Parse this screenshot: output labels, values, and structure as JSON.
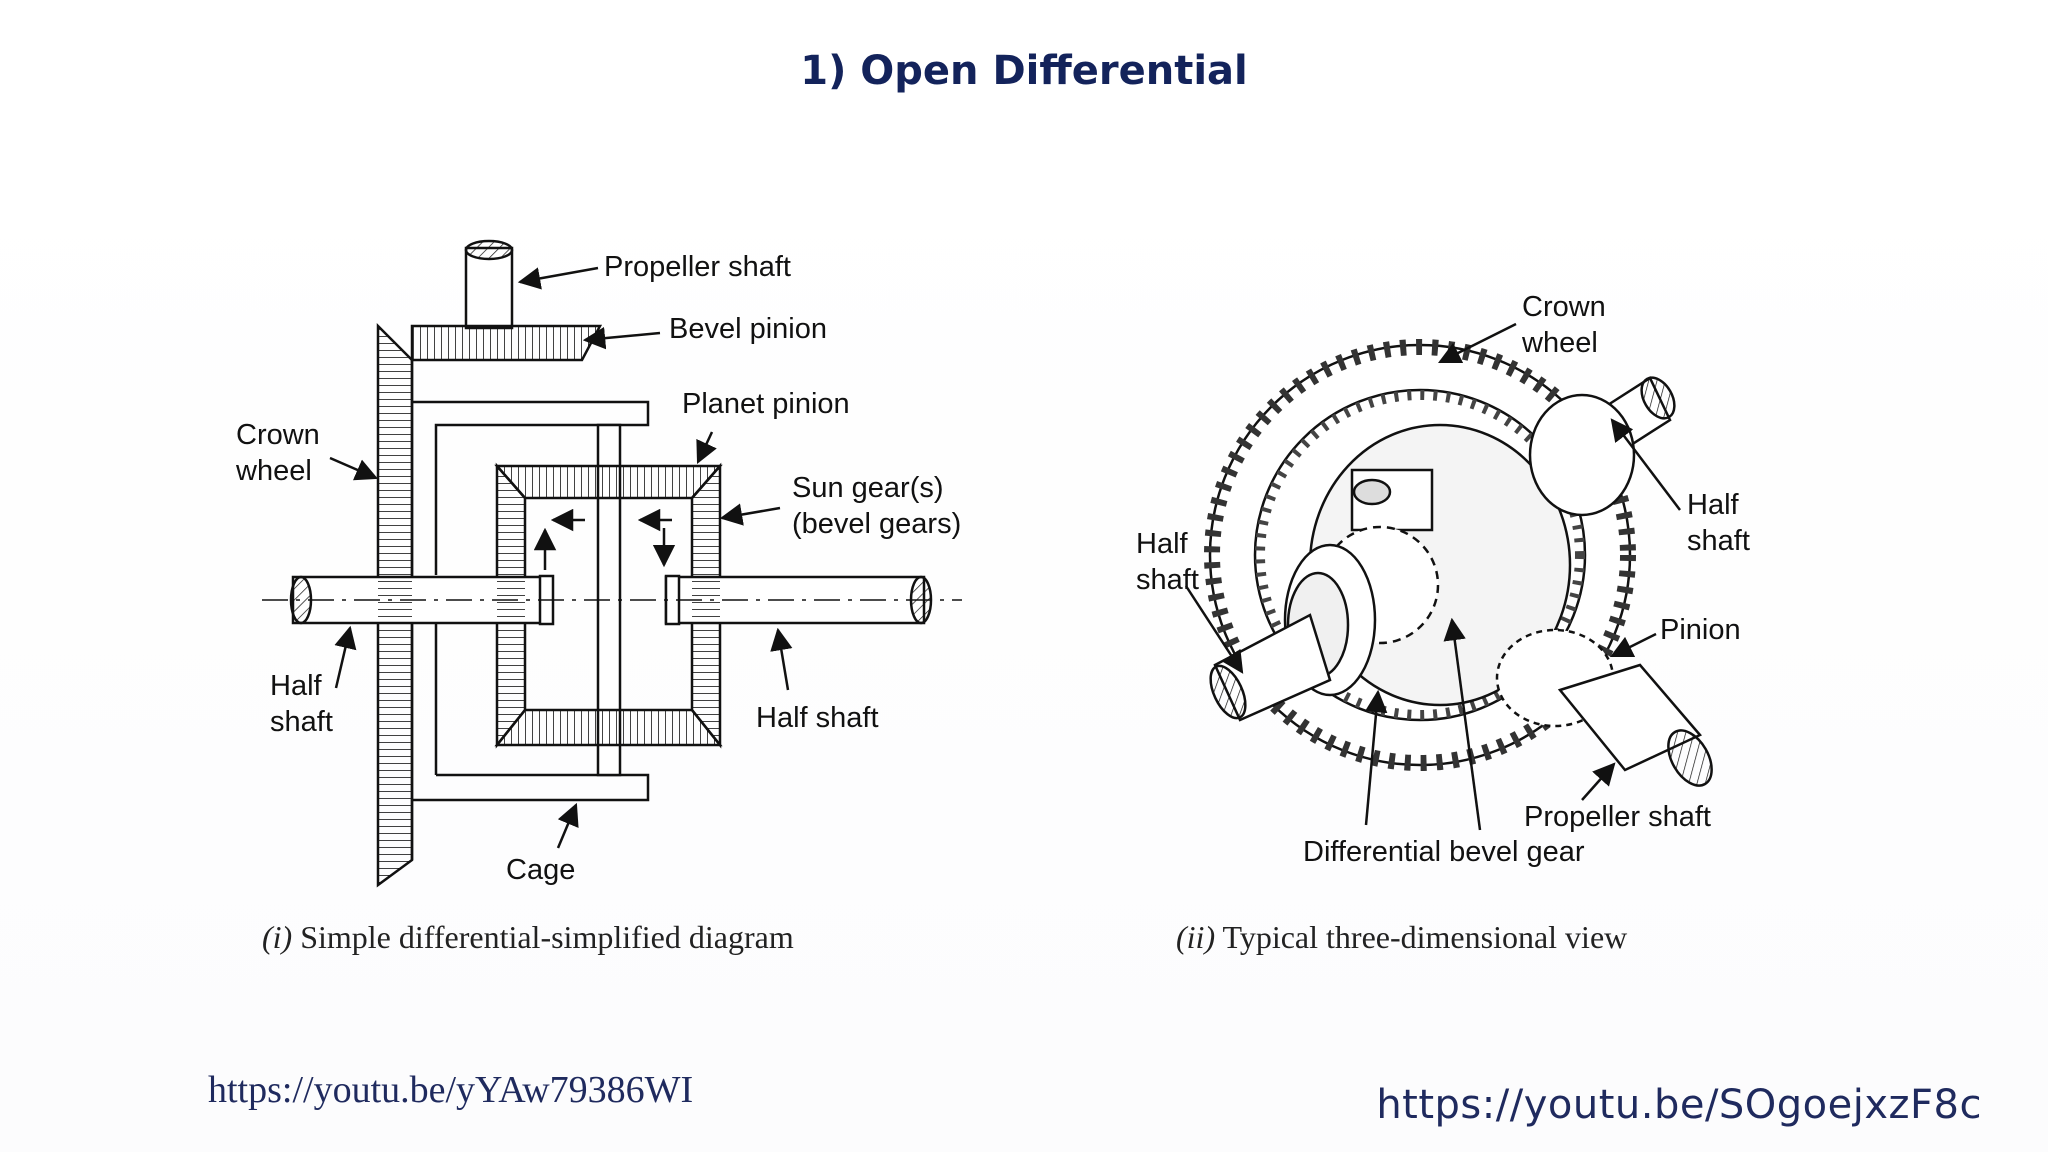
{
  "title": "1)  Open Differential",
  "diagram_left": {
    "labels": {
      "propeller_shaft": "Propeller shaft",
      "bevel_pinion": "Bevel pinion",
      "planet_pinion": "Planet pinion",
      "crown_wheel_1": "Crown",
      "crown_wheel_2": "wheel",
      "sun_gears_1": "Sun gear(s)",
      "sun_gears_2": "(bevel gears)",
      "half_shaft_left_1": "Half",
      "half_shaft_left_2": "shaft",
      "half_shaft_right": "Half shaft",
      "cage": "Cage"
    },
    "caption_prefix": "(i)",
    "caption_text": " Simple differential-simplified diagram"
  },
  "diagram_right": {
    "labels": {
      "crown_wheel_1": "Crown",
      "crown_wheel_2": "wheel",
      "half_shaft_top_1": "Half",
      "half_shaft_top_2": "shaft",
      "half_shaft_left_1": "Half",
      "half_shaft_left_2": "shaft",
      "pinion": "Pinion",
      "propeller_shaft": "Propeller shaft",
      "diff_bevel_gear": "Differential bevel gear"
    },
    "caption_prefix": "(ii)",
    "caption_text": " Typical three-dimensional view"
  },
  "links": {
    "left": "https://youtu.be/yYAw79386WI",
    "right": "https://youtu.be/SOgoejxzF8c"
  }
}
